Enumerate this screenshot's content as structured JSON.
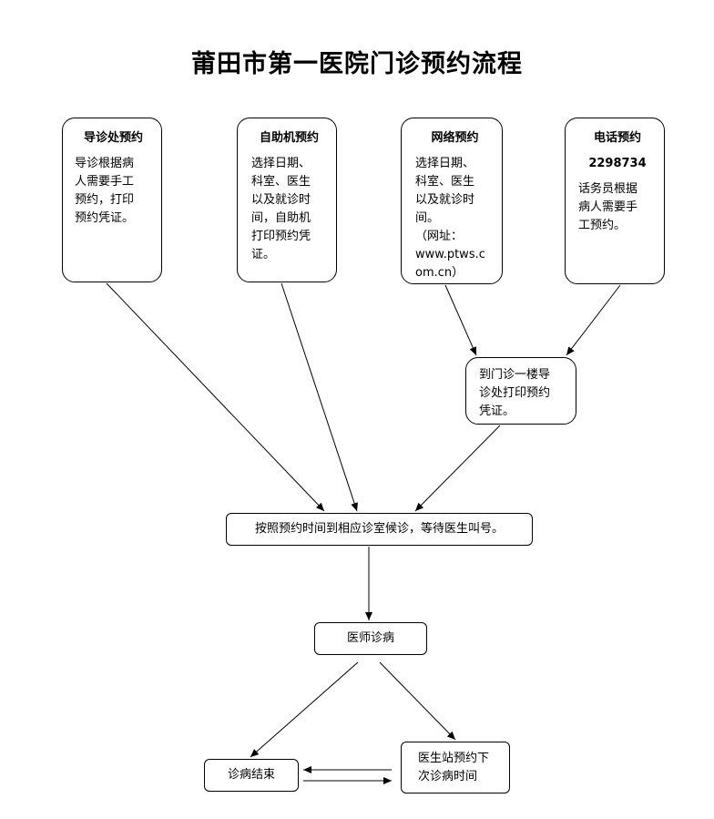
{
  "title": "莆田市第一医院门诊预约流程",
  "booking_methods": {
    "guide_desk": {
      "title": "导诊处预约",
      "text": "导诊根据病\n人需要手工\n预约，打印\n预约凭证。"
    },
    "kiosk": {
      "title": "自助机预约",
      "text": "选择日期、\n科室、医生\n以及就诊时\n间，自助机\n打印预约凭\n证。"
    },
    "online": {
      "title": "网络预约",
      "text": "选择日期、\n科室、医生\n以及就诊时\n间。\n （网址：\nwww.ptws.c\nom.cn）"
    },
    "phone": {
      "title": "电话预约",
      "number": "2298734",
      "text": "话务员根据\n病人需要手\n工预约。"
    }
  },
  "print_step": "到门诊一楼导\n诊处打印预约\n凭证。",
  "wait_step": "按照预约时间到相应诊室候诊，等待医生叫号。",
  "diagnosis_step": "医师诊病",
  "end_step": "诊病结束",
  "next_appointment_step": "医生站预约下\n次诊病时间"
}
